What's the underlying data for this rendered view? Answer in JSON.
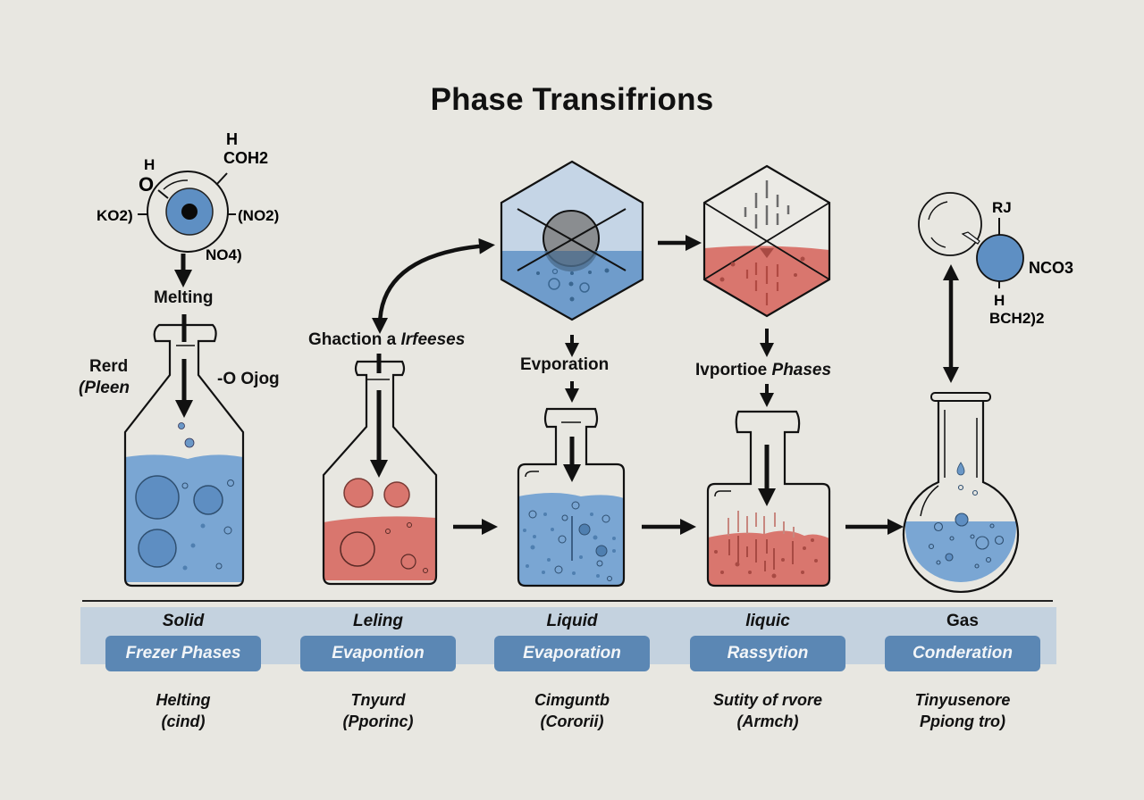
{
  "title": "Phase Transifrions",
  "colors": {
    "background": "#e8e7e1",
    "blue_liquid": "#7aa6d3",
    "blue_dark": "#4f7fb0",
    "red_liquid": "#d9766e",
    "pill": "#5b87b4",
    "band": "#c4d2df",
    "ink": "#111111"
  },
  "molecule_left": {
    "labels": [
      "H",
      "COH2",
      "H",
      "O",
      "KO2)",
      "(NO2)",
      "NO4)"
    ]
  },
  "molecule_right": {
    "labels": [
      "RJ",
      "NCO3",
      "H",
      "BCH2)2"
    ]
  },
  "flow_labels": {
    "melting": "Melting",
    "rerd": "Rerd",
    "pleen": "(Pleen",
    "ojog": "-O Ojog",
    "ghaction_a": "Ghaction a ",
    "ghaction_b": "Irfeeses",
    "evporation": "Evporation",
    "ivportioe_a": "Ivportioe ",
    "ivportioe_b": "Phases"
  },
  "phases": [
    {
      "name": "Solid",
      "pill": "Frezer Phases",
      "desc_1": "Helting",
      "desc_2": "(cind)"
    },
    {
      "name": "Leling",
      "pill": "Evapontion",
      "desc_1": "Tnyurd",
      "desc_2": "(Pporinc)"
    },
    {
      "name": "Liquid",
      "pill": "Evaporation",
      "desc_1": "Cimguntb",
      "desc_2": "(Cororii)"
    },
    {
      "name": "liquic",
      "pill": "Rassytion",
      "desc_1": "Sutity of rvore",
      "desc_2": "(Armch)"
    },
    {
      "name": "Gas",
      "pill": "Conderation",
      "desc_1": "Tinyusenore",
      "desc_2": "Ppiong tro)"
    }
  ]
}
